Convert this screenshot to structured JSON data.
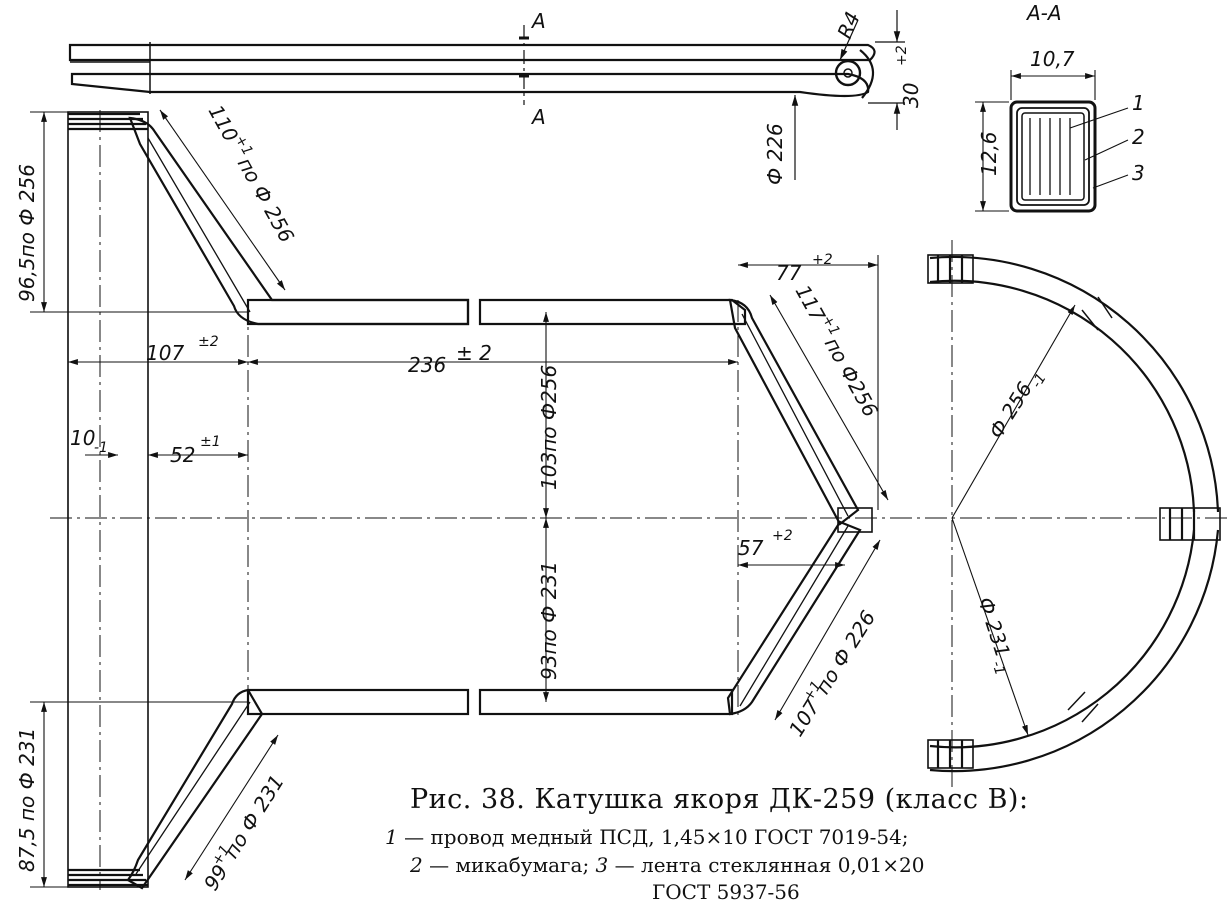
{
  "section": {
    "mark_top": "А",
    "mark_bottom": "А",
    "title": "А-А",
    "width": "10,7",
    "height": "12,6",
    "callouts": [
      "1",
      "2",
      "3"
    ]
  },
  "top_view": {
    "radius": "R4",
    "height": "30",
    "height_tol": "+2",
    "diameter": "Ф 226"
  },
  "plan": {
    "left_upper_height": "96,5по Ф 256",
    "upper_diag": "110",
    "upper_diag_tol": "+1",
    "upper_diag_ref": "по Ф 256",
    "dim_107": "107",
    "dim_107_tol": "±2",
    "dim_236": "236",
    "dim_236_tol": "± 2",
    "dim_10": "10",
    "dim_10_tol": "-1",
    "dim_52": "52",
    "dim_52_tol": "±1",
    "dim_103": "103по Ф256",
    "dim_93": "93по Ф 231",
    "dim_77": "77",
    "dim_77_tol": "+2",
    "right_upper_diag": "117",
    "right_upper_diag_tol": "+1",
    "right_upper_diag_ref": "по Ф256",
    "dim_57": "57",
    "dim_57_tol": "+2",
    "right_lower_diag": "107",
    "right_lower_diag_tol": "+1",
    "right_lower_diag_ref": " по Ф 226",
    "lower_diag": "99",
    "lower_diag_tol": "+1",
    "lower_diag_ref": " по Ф 231",
    "left_lower_height": "87,5 по Ф 231"
  },
  "arc_view": {
    "outer_diameter": "Ф 256",
    "outer_tol": "-1",
    "inner_diameter": "Ф 231",
    "inner_tol": "-1"
  },
  "caption": {
    "title": "Рис. 38. Катушка якоря ДК-259 (класс В):",
    "item1_num": "1",
    "item1_text": " — провод медный ПСД, 1,45×10 ГОСТ 7019-54;",
    "item2_num": "2",
    "item2_text": " — микабумага; ",
    "item3_num": "3",
    "item3_text": " — лента стеклянная 0,01×20",
    "item3_cont": "ГОСТ 5937-56"
  }
}
